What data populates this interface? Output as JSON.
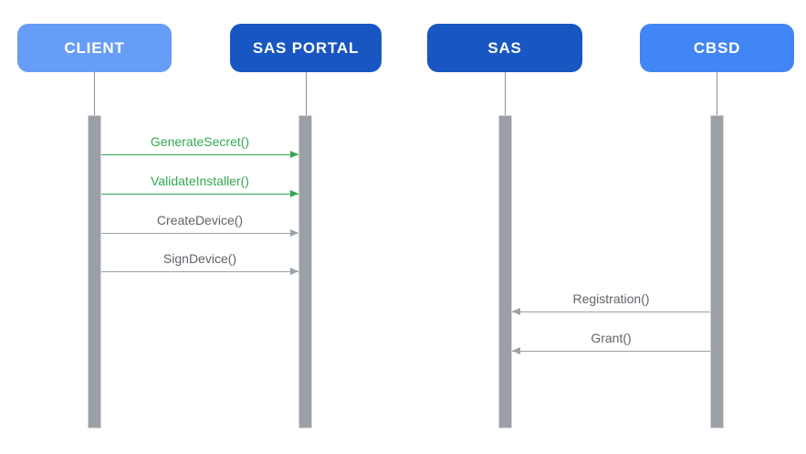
{
  "diagram": {
    "type": "sequence-diagram",
    "actors": [
      {
        "id": "client",
        "label": "CLIENT",
        "color": "#669DF6"
      },
      {
        "id": "sas-portal",
        "label": "SAS PORTAL",
        "color": "#1856C2"
      },
      {
        "id": "sas",
        "label": "SAS",
        "color": "#1856C2"
      },
      {
        "id": "cbsd",
        "label": "CBSD",
        "color": "#4285F4"
      }
    ],
    "messages": [
      {
        "label": "GenerateSecret()",
        "from": "CLIENT",
        "to": "SAS PORTAL",
        "direction": "right",
        "color": "#34A853"
      },
      {
        "label": "ValidateInstaller()",
        "from": "CLIENT",
        "to": "SAS PORTAL",
        "direction": "right",
        "color": "#34A853"
      },
      {
        "label": "CreateDevice()",
        "from": "CLIENT",
        "to": "SAS PORTAL",
        "direction": "right",
        "color": "#9AA0A6"
      },
      {
        "label": "SignDevice()",
        "from": "CLIENT",
        "to": "SAS PORTAL",
        "direction": "right",
        "color": "#9AA0A6"
      },
      {
        "label": "Registration()",
        "from": "CBSD",
        "to": "SAS",
        "direction": "left",
        "color": "#9AA0A6"
      },
      {
        "label": "Grant()",
        "from": "CBSD",
        "to": "SAS",
        "direction": "left",
        "color": "#9AA0A6"
      }
    ],
    "colors": {
      "background": "#FFFFFF",
      "actor_text": "#FFFFFF",
      "lifeline": "#8A9097",
      "activation_bar_fill": "#9AA0A6",
      "activation_bar_border": "#D3D6DA",
      "message_green": "#34A853",
      "message_gray_line": "#9AA0A6",
      "message_gray_text": "#5F6368"
    }
  }
}
